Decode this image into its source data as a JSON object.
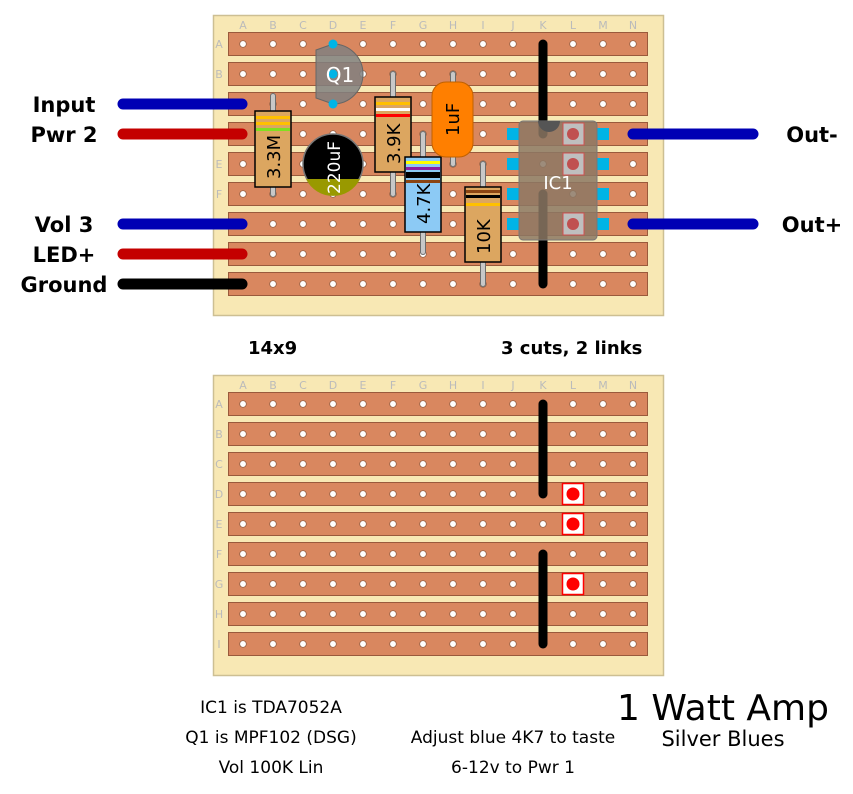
{
  "colors": {
    "board": "#f8e8b4",
    "board_border": "#cdbf93",
    "strip": "#d9875f",
    "strip_border": "#9a5a3c",
    "hole": "#ffffff",
    "hole_border": "#8a5a40",
    "link": "#000000",
    "wire_blue": "#0000b4",
    "wire_red": "#c40000",
    "wire_black": "#000000",
    "cut_fill": "#ffffff",
    "cut_border": "#ff0000",
    "cut_dot": "#ff0000",
    "resistor_tan": "#dca660",
    "resistor_blue": "#8ccaf5",
    "cap_orange": "#ff7f00",
    "cap_black": "#000000",
    "cap_stripe": "#999900",
    "transistor": "#808080",
    "ic_body": "#8c7864",
    "pin": "#00b4e6"
  },
  "board": {
    "columns": [
      "A",
      "B",
      "C",
      "D",
      "E",
      "F",
      "G",
      "H",
      "I",
      "J",
      "K",
      "L",
      "M",
      "N"
    ],
    "rows": [
      "A",
      "B",
      "C",
      "D",
      "E",
      "F",
      "G",
      "H",
      "I"
    ]
  },
  "labels": {
    "size": "14x9",
    "cuts_links": "3 cuts, 2 links"
  },
  "wires_left": [
    {
      "label": "Input",
      "row": "C",
      "color": "wire_blue"
    },
    {
      "label": "Pwr 2",
      "row": "D",
      "color": "wire_red"
    },
    {
      "label": "Vol 3",
      "row": "G",
      "color": "wire_blue"
    },
    {
      "label": "LED+",
      "row": "H",
      "color": "wire_red"
    },
    {
      "label": "Ground",
      "row": "I",
      "color": "wire_black"
    }
  ],
  "wires_right": [
    {
      "label": "Out-",
      "row": "D",
      "color": "wire_blue"
    },
    {
      "label": "Out+",
      "row": "G",
      "color": "wire_blue"
    }
  ],
  "components": {
    "q1": {
      "label": "Q1",
      "pins": [
        "D-A",
        "D-B",
        "D-C"
      ]
    },
    "r_3m3": {
      "label": "3.3M",
      "from": "B-C",
      "to": "B-F",
      "bands": [
        "#ffc000",
        "#ffc000",
        "#80e020"
      ]
    },
    "c_220u": {
      "label": "220uF"
    },
    "r_3k9": {
      "label": "3.9K",
      "bands": [
        "#ffc000",
        "#ffffff",
        "#ff0000"
      ]
    },
    "c_1u": {
      "label": "1uF"
    },
    "r_4k7": {
      "label": "4.7K",
      "bands": [
        "#ffff00",
        "#9020a0",
        "#000000",
        "#000000",
        "#8b4513"
      ]
    },
    "r_10k": {
      "label": "10K",
      "bands": [
        "#8b4513",
        "#000000",
        "#ffc000"
      ]
    },
    "ic1": {
      "label": "IC1"
    }
  },
  "links_top": [
    {
      "col": "K",
      "from": "A",
      "to": "D"
    },
    {
      "col": "K",
      "from": "F",
      "to": "I"
    }
  ],
  "cuts_bottom": [
    {
      "col": "L",
      "row": "D"
    },
    {
      "col": "L",
      "row": "E"
    },
    {
      "col": "L",
      "row": "G"
    }
  ],
  "notes": {
    "ic1": "IC1 is TDA7052A",
    "q1": "Q1 is MPF102 (DSG)",
    "vol": "Vol 100K Lin",
    "adjust": "Adjust blue 4K7 to taste",
    "power": "6-12v to Pwr 1",
    "title": "1 Watt Amp",
    "subtitle": "Silver Blues"
  }
}
